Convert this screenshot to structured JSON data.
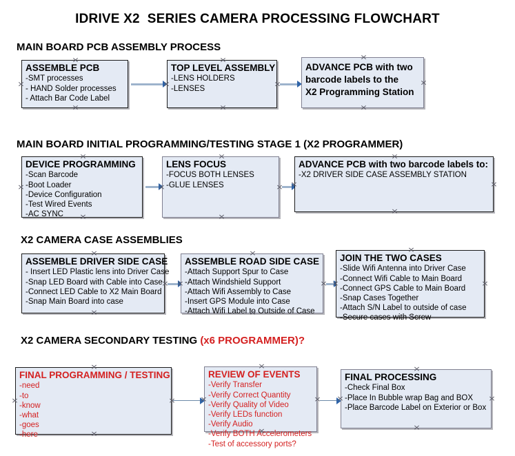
{
  "document": {
    "title": "IDRIVE X2  SERIES CAMERA PROCESSING FLOWCHART"
  },
  "sections": [
    {
      "heading": "MAIN BOARD PCB ASSEMBLY PROCESS",
      "heading_red": "",
      "boxes": [
        {
          "title": "ASSEMBLE PCB",
          "lines": [
            "-SMT processes",
            "- HAND Solder processes",
            "- Attach Bar Code Label"
          ]
        },
        {
          "title": "TOP LEVEL ASSEMBLY",
          "lines": [
            "-LENS HOLDERS",
            "-LENSES"
          ]
        },
        {
          "title": "ADVANCE PCB with two\nbarcode labels to the\n X2 Programming Station",
          "lines": []
        }
      ]
    },
    {
      "heading": "MAIN BOARD INITIAL PROGRAMMING/TESTING STAGE 1 (X2 PROGRAMMER)",
      "heading_red": "",
      "boxes": [
        {
          "title": "DEVICE PROGRAMMING",
          "lines": [
            "-Scan Barcode",
            "-Boot Loader",
            "-Device Configuration",
            "-Test Wired Events",
            "-AC SYNC"
          ]
        },
        {
          "title": "LENS FOCUS",
          "lines": [
            "-FOCUS BOTH LENSES",
            "-GLUE LENSES"
          ]
        },
        {
          "title": "ADVANCE PCB with two barcode labels to:",
          "lines": [
            "-X2 DRIVER  SIDE  CASE  ASSEMBLY STATION"
          ]
        }
      ]
    },
    {
      "heading": "X2 CAMERA CASE ASSEMBLIES",
      "heading_red": "",
      "boxes": [
        {
          "title": "ASSEMBLE DRIVER SIDE CASE",
          "lines": [
            "- Insert LED Plastic lens into Driver Case",
            "-Snap LED Board with Cable into Case",
            "-Connect LED Cable to X2 Main Board",
            "-Snap Main Board into case"
          ]
        },
        {
          "title": "ASSEMBLE ROAD SIDE CASE",
          "lines": [
            "-Attach Support Spur to Case",
            "-Attach Windshield Support",
            "-Attach Wifi Assembly to Case",
            "-Insert GPS Module into Case",
            "-Attach Wifi Label to Outside of Case"
          ]
        },
        {
          "title": "JOIN THE TWO CASES",
          "lines": [
            "-Slide Wifi Antenna into Driver Case",
            "-Connect Wifi Cable to Main Board",
            "-Connect GPS Cable to Main Board",
            "-Snap Cases Together",
            "-Attach S/N Label to outside of case",
            "-Secure cases with Screw"
          ]
        }
      ]
    },
    {
      "heading": "X2 CAMERA SECONDARY TESTING ",
      "heading_red": "(x6 PROGRAMMER)?",
      "boxes": [
        {
          "title": "FINAL PROGRAMMING / TESTING",
          "lines": [
            "-need",
            "-to",
            "-know",
            "-what",
            "-goes",
            "-here"
          ]
        },
        {
          "title": "REVIEW OF EVENTS",
          "lines": [
            "-Verify Transfer",
            "-Verify Correct Quantity",
            "-Verify Quality of Video",
            "-Verify LEDs function",
            "-Verify Audio",
            "-Verify BOTH Accelerometers",
            "-Test of accessory ports?"
          ]
        },
        {
          "title": "FINAL PROCESSING",
          "lines": [
            "-Check Final Box",
            "-Place In Bubble wrap Bag and BOX",
            "-Place Barcode Label on Exterior or Box"
          ]
        }
      ]
    }
  ],
  "colors": {
    "box_fill": "#e4eaf4",
    "box_border_gray": "#7f7f90",
    "box_border_black": "#1a1a1a",
    "accent_red": "#d42020",
    "arrow_line": "#9db3cc",
    "arrow_head": "#2f64a8",
    "text": "#000000"
  }
}
